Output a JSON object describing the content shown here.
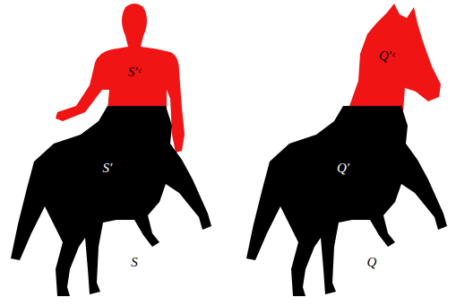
{
  "diagram": {
    "nodes": [
      {
        "text": [
          "S′ᶜ"
        ]
      },
      {
        "text": [
          "S′"
        ]
      },
      {
        "text": [
          "Q′ᶜ"
        ]
      },
      {
        "text": [
          "Q′"
        ]
      }
    ],
    "labels": [
      "S",
      "Q"
    ]
  }
}
